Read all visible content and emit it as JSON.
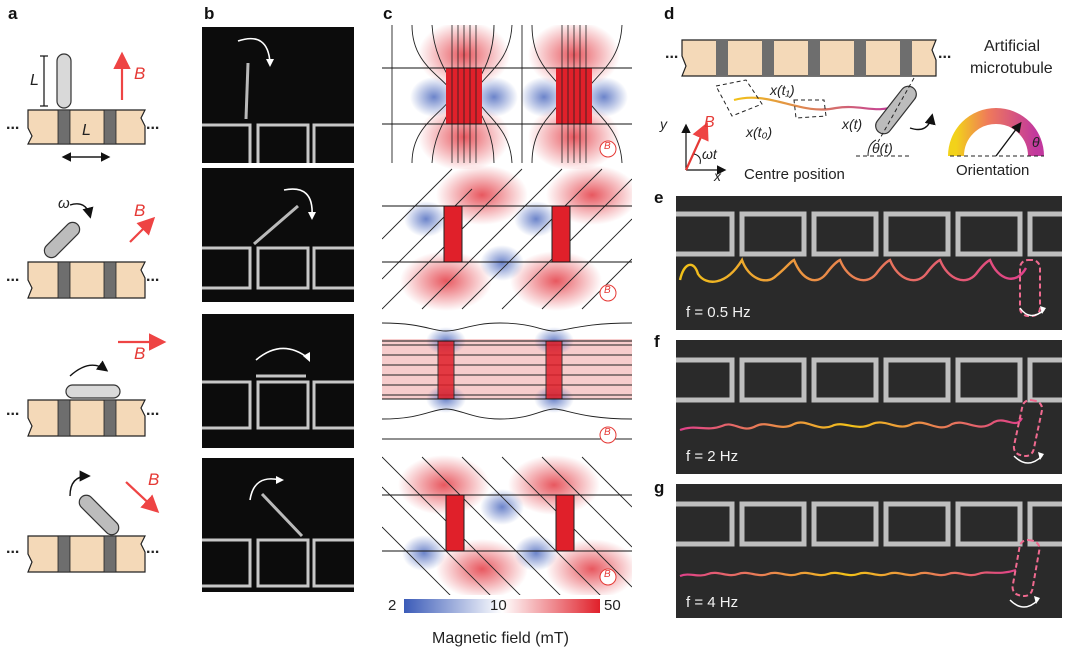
{
  "panels": {
    "a": "a",
    "b": "b",
    "c": "c",
    "d": "d",
    "e": "e",
    "f": "f",
    "g": "g"
  },
  "panel_a": {
    "dots": "...",
    "length_symbol": "L",
    "omega_symbol": "ω",
    "field_symbol": "B"
  },
  "panel_c": {
    "field_marker": "B",
    "colorbar": {
      "min_label": "2",
      "mid_label": "10",
      "max_label": "50",
      "label": "Magnetic field (mT)",
      "colors": {
        "low": "#3b5bb8",
        "mid": "#ffffff",
        "high": "#e0202a"
      }
    }
  },
  "panel_d": {
    "title_line1": "Artificial",
    "title_line2": "microtubule",
    "x_t1": "x(t₁)",
    "x_t0": "x(t₀)",
    "x_t": "x(t)",
    "theta_t": "θ(t)",
    "theta": "θ",
    "axis_x": "x",
    "axis_y": "y",
    "field": "B",
    "omega_t": "ωt",
    "centre_position": "Centre position",
    "orientation": "Orientation",
    "colors": {
      "segment": "#f4d9b8",
      "dark_band": "#6e6e6e",
      "trace_start": "#f2c218",
      "trace_end": "#c2389e"
    }
  },
  "panel_e": {
    "freq_label": "f = 0.5 Hz"
  },
  "panel_f": {
    "freq_label": "f = 2 Hz"
  },
  "panel_g": {
    "freq_label": "f = 4 Hz"
  }
}
